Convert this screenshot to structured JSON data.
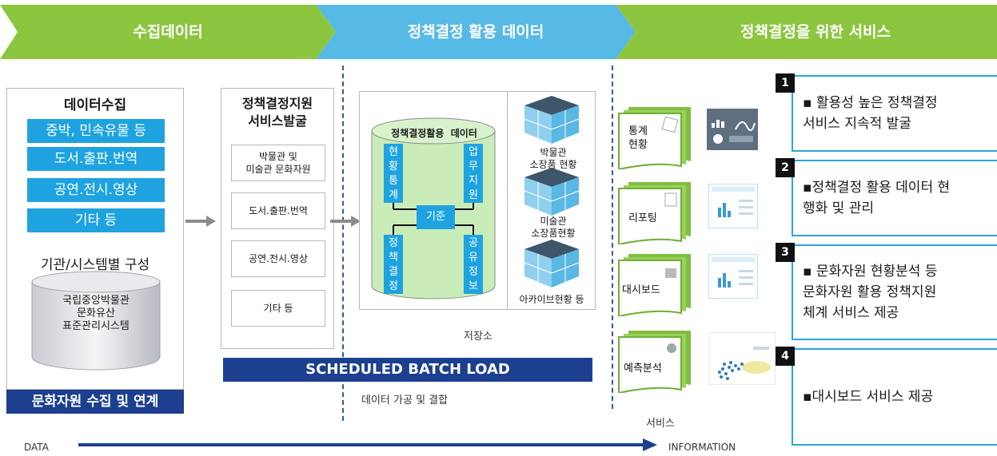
{
  "header": {
    "collect": "수집데이터",
    "policy_data": "정책결정 활용 데이터",
    "service": "정책결정을 위한 서비스"
  },
  "collect_panel": {
    "title": "데이터수집",
    "items": [
      "중박, 민속유물 등",
      "도서.출판.번역",
      "공연.전시.영상",
      "기타 등"
    ],
    "org_title": "기관/시스템별 구성",
    "cylinder_text": "국립중앙박물관\n문화유산\n표준관리시스템",
    "footer": "문화자원 수집 및 연계"
  },
  "support_panel": {
    "title": "정책결정지원\n서비스발굴",
    "items": [
      "박물관 및\n미술관 문화자원",
      "도서.출판.번역",
      "공연.전시.영상",
      "기타 등"
    ]
  },
  "batch_label": "SCHEDULED BATCH LOAD",
  "process_label": "데이터 가공 및 결합",
  "storage": {
    "db_title": "정책결정활용  데이터",
    "cells": {
      "top_left": "현황통계",
      "top_right": "업무지원",
      "center": "기준",
      "bottom_left": "정책결정",
      "bottom_right": "공유정보"
    },
    "cubes": [
      "박물관\n소장품 현황",
      "미술관\n소장품현황",
      "아카이브현황 등"
    ],
    "label": "저장소"
  },
  "services": {
    "items": [
      "통계\n현황",
      "리포팅",
      "대시보드",
      "예측분석"
    ],
    "label": "서비스"
  },
  "outcomes": [
    {
      "num": "1",
      "text": "▪ 활용성 높은 정책결정\n서비스 지속적 발굴"
    },
    {
      "num": "2",
      "text": "▪정책결정 활용 데이터 현\n행화 및 관리"
    },
    {
      "num": "3",
      "text": "▪ 문화자원 현황분석 등\n문화자원 활용 정책지원\n체계 서비스 제공"
    },
    {
      "num": "4",
      "text": "▪대시보드 서비스 제공"
    }
  ],
  "axis": {
    "left": "DATA",
    "right": "INFORMATION"
  },
  "colors": {
    "green": "#8cc63f",
    "blue": "#56b9e6",
    "accent": "#1fa3e0",
    "navy": "#1c3f8f"
  }
}
